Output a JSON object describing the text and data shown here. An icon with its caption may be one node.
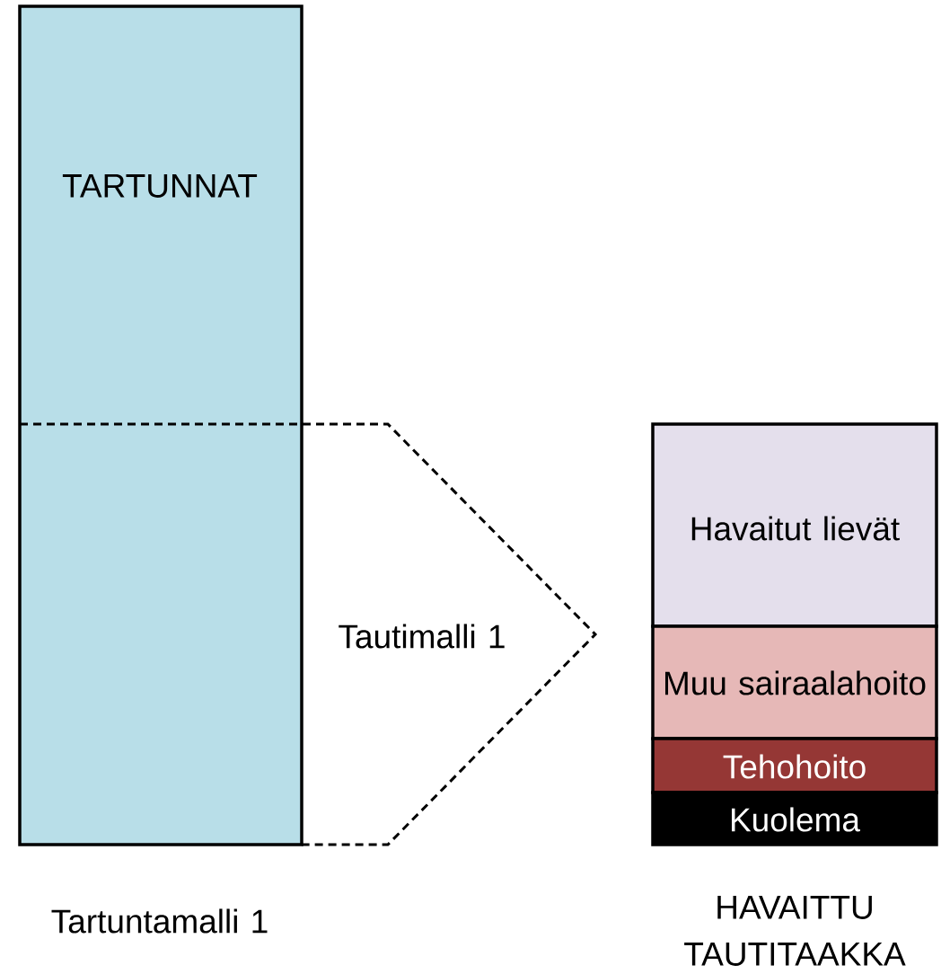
{
  "diagram": {
    "nodes": [
      {
        "text": [
          "TARTUNNAT"
        ]
      },
      {
        "text": [
          "Tautimalli 1"
        ]
      },
      {
        "text": [
          "Havaitut lievät"
        ]
      },
      {
        "text": [
          "Muu sairaalahoito"
        ]
      },
      {
        "text": [
          "Tehohoito"
        ]
      },
      {
        "text": [
          "Kuolema"
        ]
      }
    ],
    "labels": [
      "Tartuntamalli 1",
      "HAVAITTU TAUTITAAKKA"
    ]
  }
}
